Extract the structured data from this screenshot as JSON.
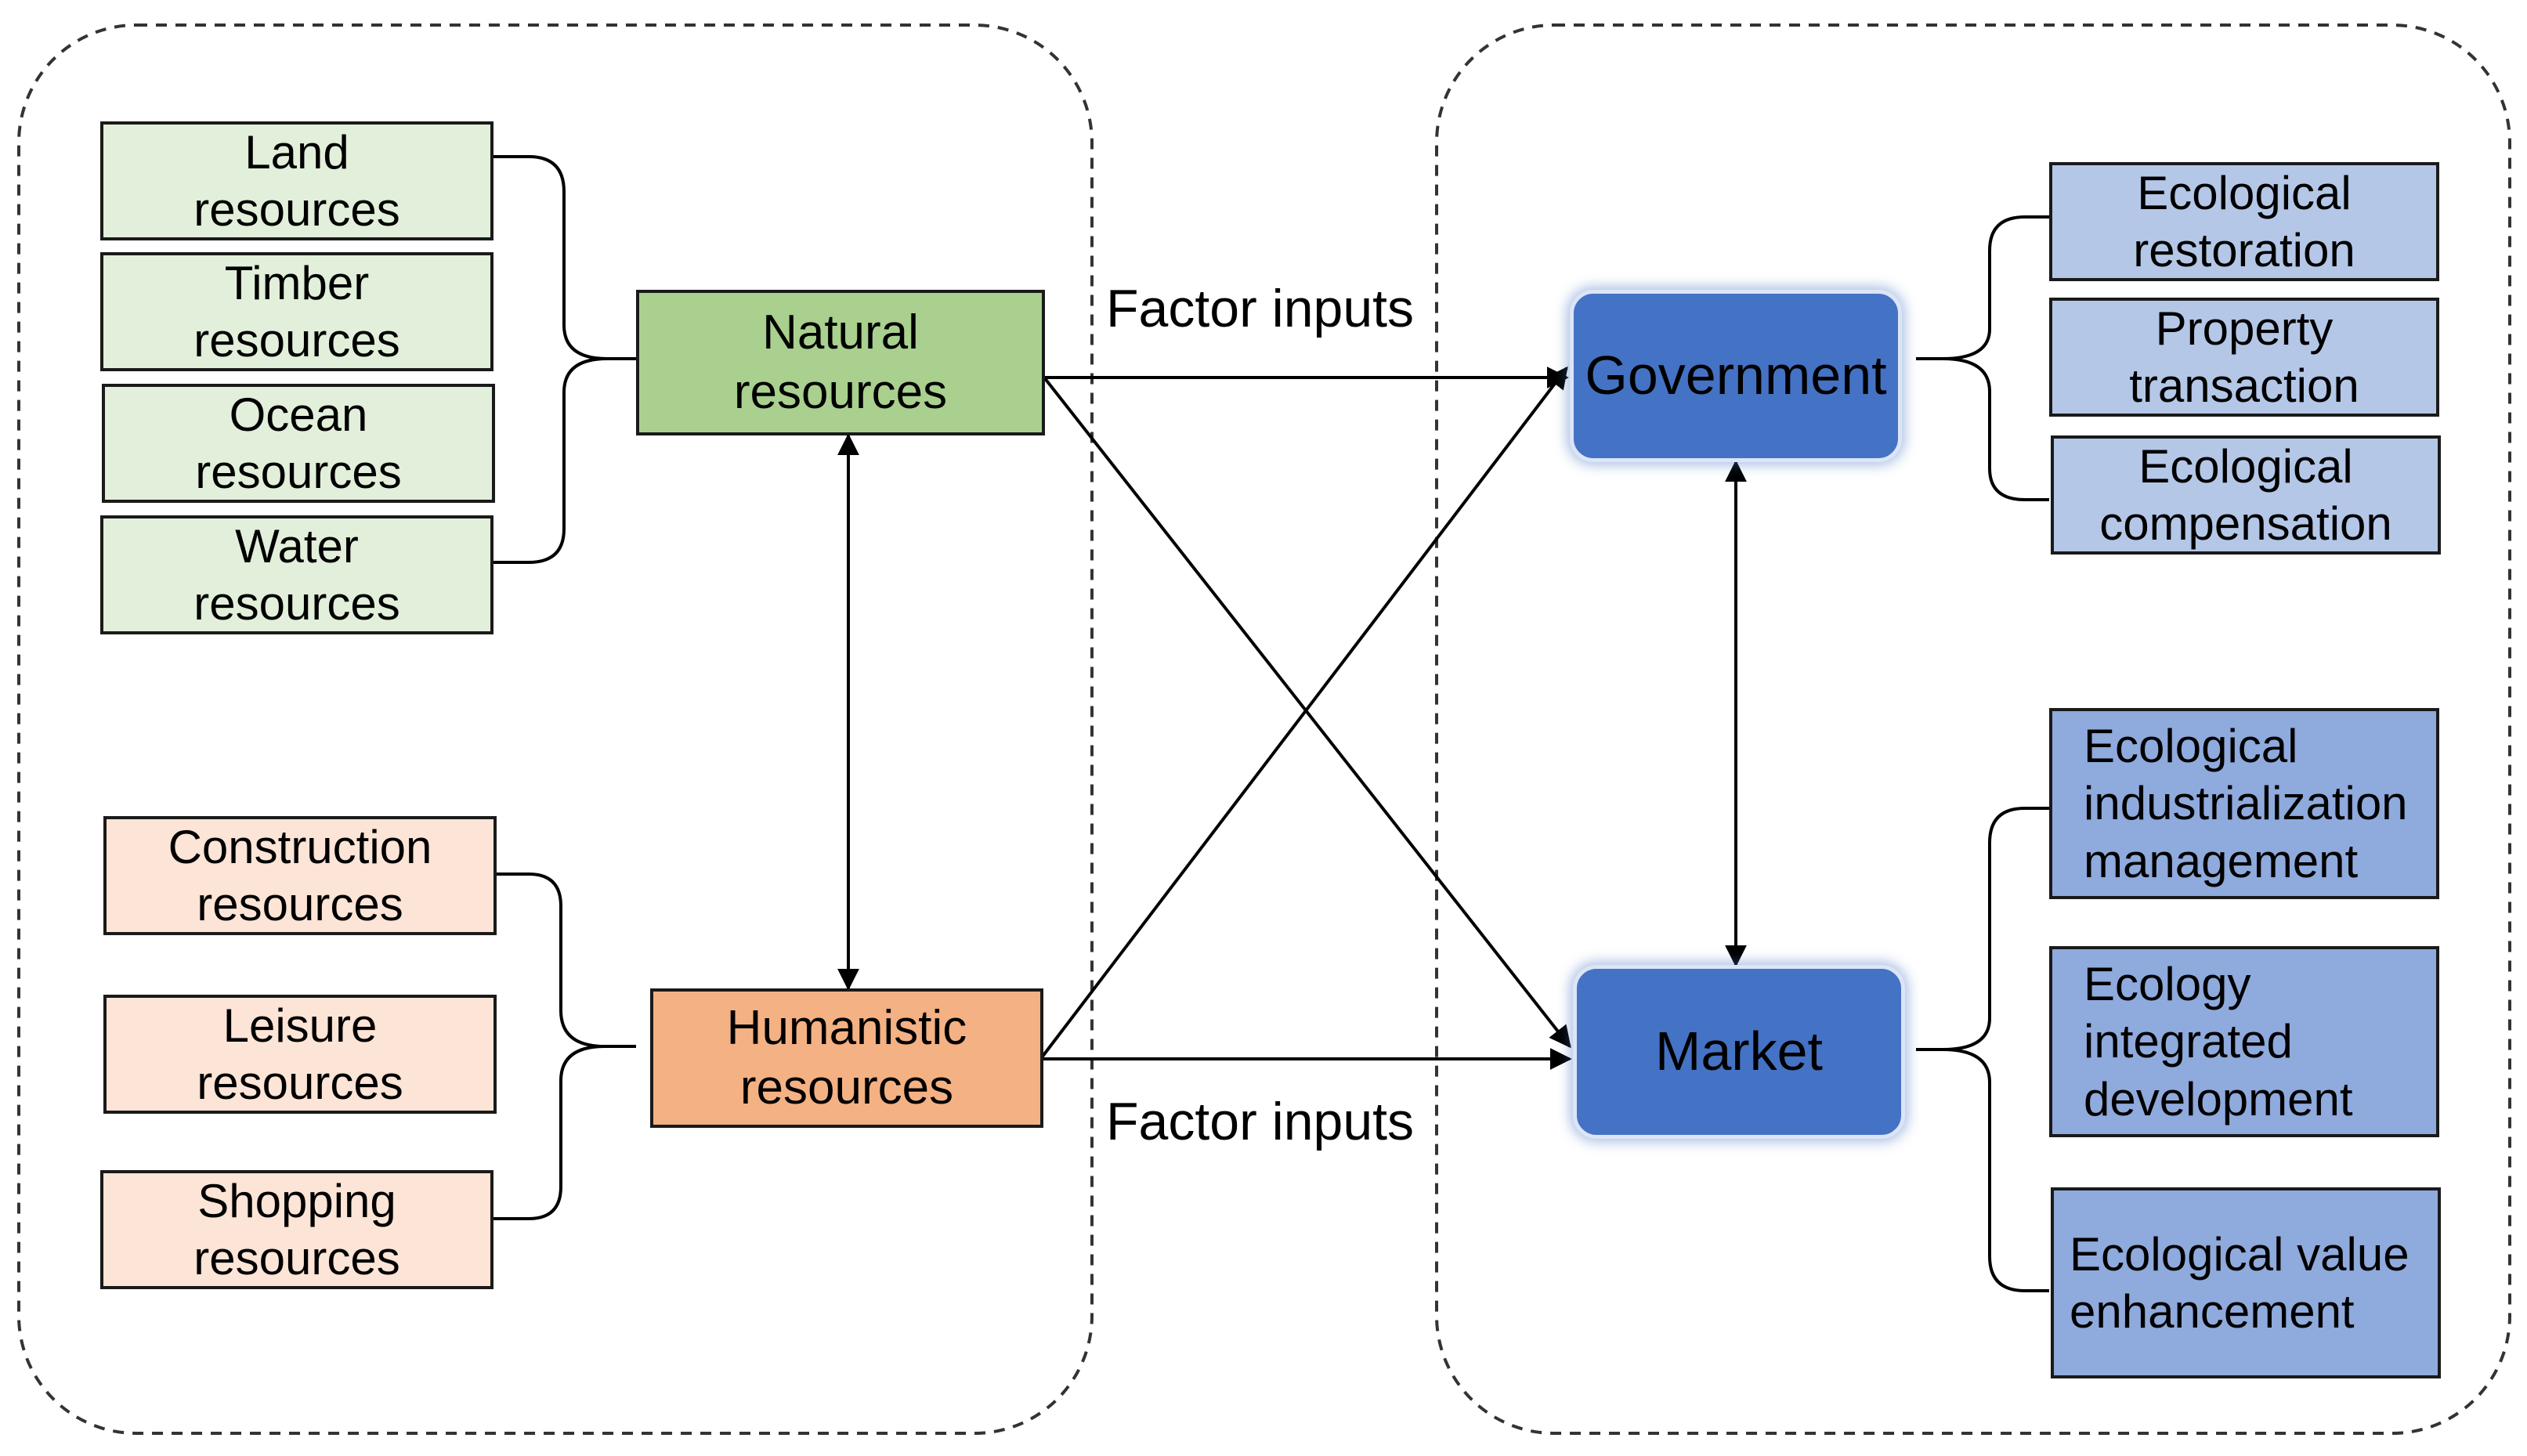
{
  "left_panel": {
    "natural_items": [
      {
        "label": "Land\nresources"
      },
      {
        "label": "Timber\nresources"
      },
      {
        "label": "Ocean\nresources"
      },
      {
        "label": "Water\nresources"
      }
    ],
    "humanistic_items": [
      {
        "label": "Construction\nresources"
      },
      {
        "label": "Leisure\nresources"
      },
      {
        "label": "Shopping\nresources"
      }
    ],
    "natural_hub": "Natural\nresources",
    "humanistic_hub": "Humanistic\nresources"
  },
  "flow_labels": {
    "top": "Factor inputs",
    "bottom": "Factor inputs"
  },
  "right_panel": {
    "government": "Government",
    "market": "Market",
    "government_outputs": [
      {
        "label": "Ecological\nrestoration"
      },
      {
        "label": "Property\ntransaction"
      },
      {
        "label": "Ecological\ncompensation"
      }
    ],
    "market_outputs": [
      {
        "label": "Ecological\nindustrialization\nmanagement"
      },
      {
        "label": "Ecology\nintegrated\ndevelopment"
      },
      {
        "label": "Ecological value\nenhancement"
      }
    ]
  },
  "colors": {
    "natural_item": "#e2efda",
    "natural_hub": "#a9d08e",
    "humanistic_item": "#fce4d6",
    "humanistic_hub": "#f4b183",
    "actor": "#4472c4",
    "government_output": "#b4c7e7",
    "market_output": "#8faadc"
  }
}
